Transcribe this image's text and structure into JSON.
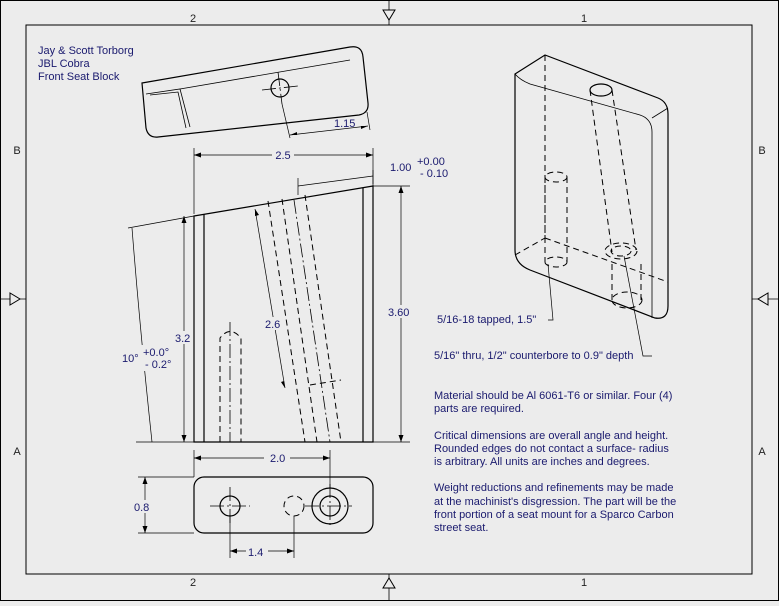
{
  "title_block": {
    "line1": "Jay & Scott Torborg",
    "line2": "JBL Cobra",
    "line3": "Front Seat Block"
  },
  "zones": {
    "top_left": "2",
    "top_right": "1",
    "bottom_left": "2",
    "bottom_right": "1",
    "left_upper": "B",
    "left_lower": "A",
    "right_upper": "B",
    "right_lower": "A"
  },
  "dimensions": {
    "top_view_offset": "1.15",
    "overall_width": "2.5",
    "top_edge_length": "1.00",
    "top_edge_tol_plus": "+0.00",
    "top_edge_tol_minus": "- 0.10",
    "front_height": "3.2",
    "rear_height": "3.60",
    "bore_length": "2.6",
    "angle": "10°",
    "angle_tol_plus": "+0.0°",
    "angle_tol_minus": "- 0.2°",
    "bottom_spacing": "2.0",
    "bottom_depth": "0.8",
    "bottom_hole_offset": "1.4"
  },
  "callouts": {
    "tapped": "5/16-18 tapped, 1.5\"",
    "thru": "5/16\" thru, 1/2\" counterbore to 0.9\" depth"
  },
  "notes": [
    [
      "Material should be Al 6061-T6 or similar. Four (4)",
      "parts are required."
    ],
    [
      "Critical dimensions are overall angle and height.",
      "Rounded edges do not contact a surface- radius",
      "is arbitrary. All units are inches and degrees."
    ],
    [
      "Weight reductions and refinements may be made",
      "at the machinist's disgression. The part will be the",
      "front portion of a seat mount for a Sparco Carbon",
      "street seat."
    ]
  ]
}
